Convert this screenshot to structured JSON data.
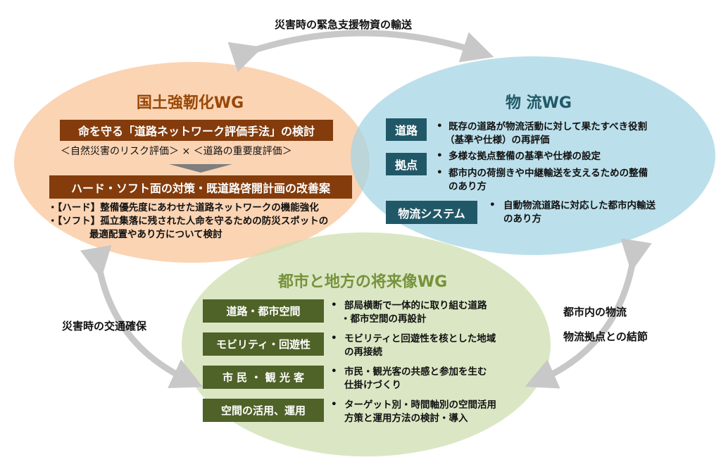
{
  "arrows": {
    "top": "災害時の緊急支援物資の輸送",
    "left": "災害時の交通確保",
    "right_1": "都市内の物流",
    "right_2": "物流拠点との結節"
  },
  "kokudo": {
    "title": "国土強靭化WG",
    "bar1": "命を守る「道路ネットワーク評価手法」の検討",
    "formula": "＜自然災害のリスク評価＞ × ＜道路の重要度評価＞",
    "bar2": "ハード・ソフト面の対策・既道路啓開計画の改善案",
    "bullet1": "・【ハード】整備優先度にあわせた道路ネットワークの機能強化",
    "bullet2": "・【ソフト】孤立集落に残された人命を守るための防災スポットの",
    "bullet2b": "最適配置やあり方について検討"
  },
  "butsuryu": {
    "title": "物 流WG",
    "items": [
      {
        "label": "道路",
        "lines": [
          "既存の道路が物流活動に対して果たすべき役割",
          "（基準や仕様）の再評価"
        ]
      },
      {
        "label": "拠点",
        "lines": [
          "多様な拠点整備の基準や仕様の設定",
          "都市内の荷捌きや中継輸送を支えるための整備",
          "のあり方"
        ]
      },
      {
        "label": "物流システム",
        "lines": [
          "自動物流道路に対応した都市内輸送",
          "のあり方"
        ]
      }
    ]
  },
  "toshi": {
    "title": "都市と地方の将来像WG",
    "items": [
      {
        "label": "道路・都市空間",
        "lines": [
          "部局横断で一体的に取り組む道路",
          "・都市空間の再設計"
        ]
      },
      {
        "label": "モビリティ・回遊性",
        "lines": [
          "モビリティと回遊性を核とした地域",
          "の再接続"
        ]
      },
      {
        "label": "市 民 ・ 観 光 客",
        "lines": [
          "市民・観光客の共感と参加を生む",
          "仕掛けづくり"
        ]
      },
      {
        "label": "空間の活用、運用",
        "lines": [
          "ターゲット別・時間軸別の空間活用",
          "方策と運用方法の検討・導入"
        ]
      }
    ]
  },
  "bullet": "•",
  "colors": {
    "orange": "#fbd4b4",
    "blue": "#b6dde8",
    "green": "#d7e4bd",
    "brown": "#843c0c",
    "teal": "#215867",
    "olive": "#4f6228"
  }
}
